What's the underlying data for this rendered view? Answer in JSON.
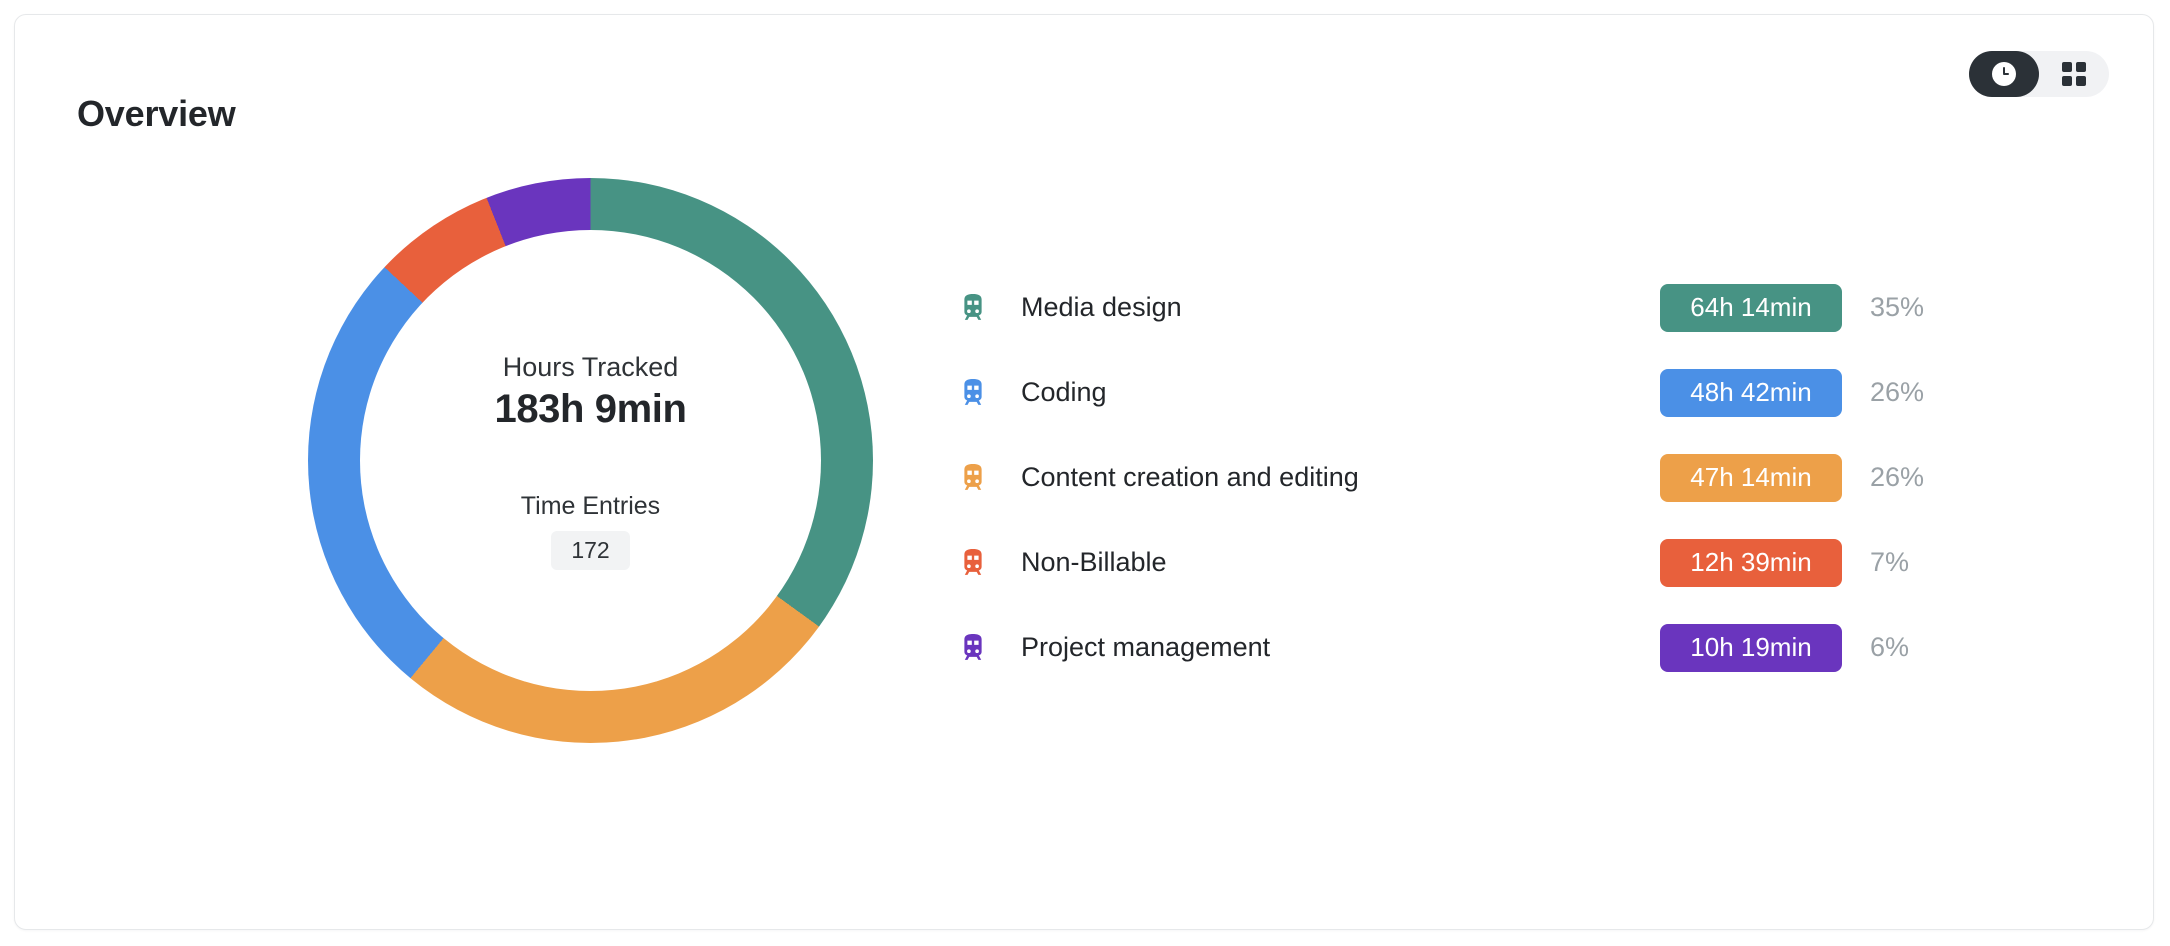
{
  "card": {
    "title": "Overview"
  },
  "view_toggle": {
    "options": [
      {
        "id": "time-view",
        "icon": "clock-icon",
        "active": true
      },
      {
        "id": "grid-view",
        "icon": "grid-icon",
        "active": false
      }
    ]
  },
  "donut_center": {
    "hours_label": "Hours Tracked",
    "hours_value": "183h 9min",
    "entries_label": "Time Entries",
    "entries_value": "172"
  },
  "legend": {
    "rows": [
      {
        "icon": "tram-icon",
        "label": "Media design",
        "duration": "64h 14min",
        "percent": "35%",
        "color": "#479384"
      },
      {
        "icon": "tram-icon",
        "label": "Coding",
        "duration": "48h 42min",
        "percent": "26%",
        "color": "#4b90e6"
      },
      {
        "icon": "tram-icon",
        "label": "Content creation and editing",
        "duration": "47h 14min",
        "percent": "26%",
        "color": "#eda049"
      },
      {
        "icon": "tram-icon",
        "label": "Non-Billable",
        "duration": "12h 39min",
        "percent": "7%",
        "color": "#e8603c"
      },
      {
        "icon": "tram-icon",
        "label": "Project management",
        "duration": "10h 19min",
        "percent": "6%",
        "color": "#6a35be"
      }
    ]
  },
  "chart_data": {
    "type": "pie",
    "title": "Overview",
    "subtitle": "Hours Tracked 183h 9min",
    "donut": true,
    "start_angle": 0,
    "direction": "clockwise",
    "center_total": "183h 9min",
    "center_total_hours": 183.15,
    "time_entries": 172,
    "labels": [
      "Media design",
      "Coding",
      "Content creation and editing",
      "Non-Billable",
      "Project management"
    ],
    "values": [
      35,
      26,
      26,
      7,
      6
    ],
    "durations": [
      "64h 14min",
      "48h 42min",
      "47h 14min",
      "12h 39min",
      "10h 19min"
    ],
    "duration_hours": [
      64.233,
      48.7,
      47.233,
      12.65,
      10.317
    ],
    "percent_labels": [
      "35%",
      "26%",
      "26%",
      "7%",
      "6%"
    ],
    "colors": [
      "#479384",
      "#4b90e6",
      "#eda049",
      "#e8603c",
      "#6a35be"
    ],
    "segment_order_clockwise": [
      "Media design",
      "Content creation and editing",
      "Coding",
      "Non-Billable",
      "Project management"
    ],
    "legend_position": "right",
    "grid": false,
    "xlabel": "",
    "ylabel": ""
  },
  "theme": {
    "card_background": "#ffffff",
    "card_border": "#e6e8ea",
    "text_primary": "#23262a",
    "text_muted": "#9aa1a6",
    "toggle_active_bg": "#2b3137",
    "toggle_track_bg": "#f1f2f4",
    "badge_bg": "#f2f3f4"
  }
}
